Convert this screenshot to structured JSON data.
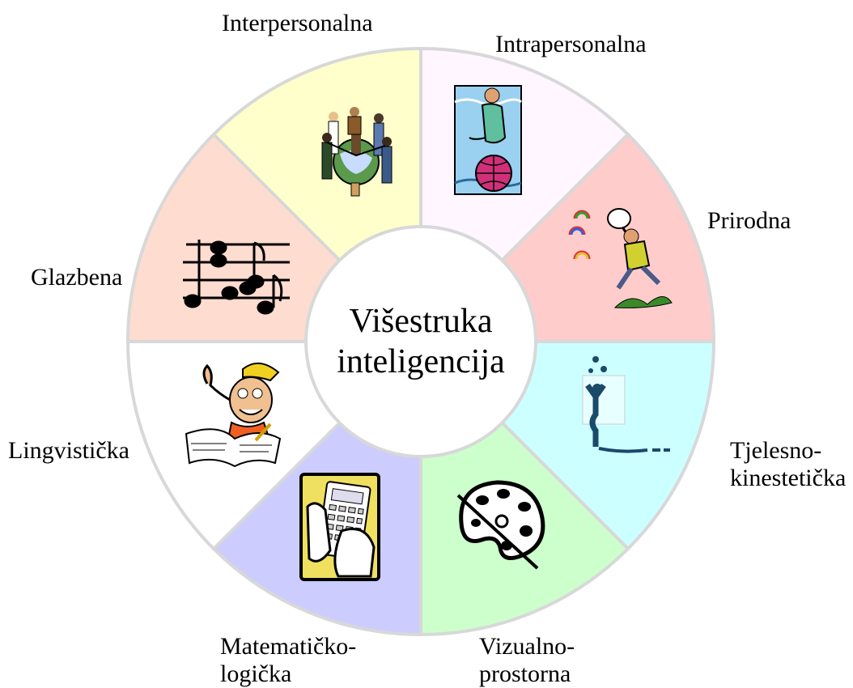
{
  "center": {
    "line1": "Višestruka",
    "line2": "inteligencija"
  },
  "segments": [
    {
      "id": "interpersonalna",
      "lines": [
        "Interpersonalna"
      ],
      "color": "#ffffcc",
      "icon": "people-around-globe-icon"
    },
    {
      "id": "intrapersonalna",
      "lines": [
        "Intrapersonalna"
      ],
      "color": "#fff6ff",
      "icon": "person-sitting-on-globe-icon"
    },
    {
      "id": "prirodna",
      "lines": [
        "Prirodna"
      ],
      "color": "#ffcccc",
      "icon": "butterfly-catcher-icon"
    },
    {
      "id": "tjelesno",
      "lines": [
        "Tjelesno-",
        "kinestetička"
      ],
      "color": "#ccffff",
      "icon": "juggler-unicycle-icon"
    },
    {
      "id": "vizualno",
      "lines": [
        "Vizualno-",
        "prostorna"
      ],
      "color": "#ccffcc",
      "icon": "paint-palette-icon"
    },
    {
      "id": "matematicko",
      "lines": [
        "Matematičko-",
        "logička"
      ],
      "color": "#ccccff",
      "icon": "calculator-icon"
    },
    {
      "id": "lingvisticka",
      "lines": [
        "Lingvistička"
      ],
      "color": "#ffffff",
      "icon": "boy-writing-icon"
    },
    {
      "id": "glazbena",
      "lines": [
        "Glazbena"
      ],
      "color": "#ffdcd0",
      "icon": "music-notes-icon"
    }
  ]
}
